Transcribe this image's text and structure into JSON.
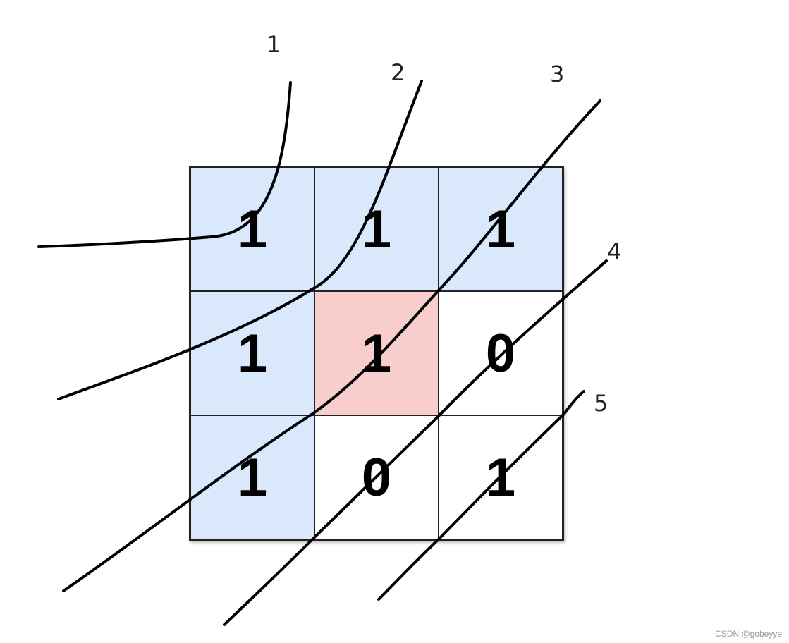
{
  "grid": {
    "cells": [
      {
        "value": "1",
        "color": "#dae8fc"
      },
      {
        "value": "1",
        "color": "#dae8fc"
      },
      {
        "value": "1",
        "color": "#dae8fc"
      },
      {
        "value": "1",
        "color": "#dae8fc"
      },
      {
        "value": "1",
        "color": "#f8cecc"
      },
      {
        "value": "0",
        "color": "#ffffff"
      },
      {
        "value": "1",
        "color": "#dae8fc"
      },
      {
        "value": "0",
        "color": "#ffffff"
      },
      {
        "value": "1",
        "color": "#ffffff"
      }
    ]
  },
  "curves": [
    {
      "label": "1"
    },
    {
      "label": "2"
    },
    {
      "label": "3"
    },
    {
      "label": "4"
    },
    {
      "label": "5"
    }
  ],
  "watermark": "CSDN @gobeyye"
}
